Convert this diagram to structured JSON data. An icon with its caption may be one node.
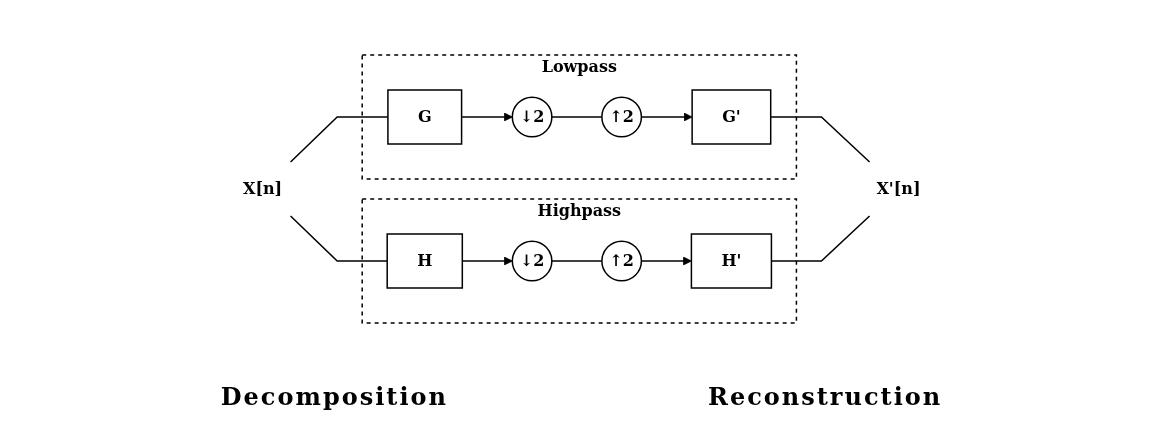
{
  "diagram": {
    "nodes": [
      {
        "text": [
          "X[n]"
        ]
      },
      {
        "text": [
          "Lowpass"
        ]
      },
      {
        "text": [
          "G"
        ],
        "in": 1
      },
      {
        "text": [
          "↓2"
        ],
        "in": 1
      },
      {
        "text": [
          "↑2"
        ],
        "in": 1
      },
      {
        "text": [
          "G'"
        ],
        "in": 1
      },
      {
        "text": [
          "Highpass"
        ]
      },
      {
        "text": [
          "H"
        ],
        "in": 6
      },
      {
        "text": [
          "↓2"
        ],
        "in": 6
      },
      {
        "text": [
          "↑2"
        ],
        "in": 6
      },
      {
        "text": [
          "H'"
        ],
        "in": 6
      },
      {
        "text": [
          "X'[n]"
        ]
      }
    ],
    "edges": [
      {
        "from": 0,
        "to": 2,
        "arrow": "none"
      },
      {
        "from": 0,
        "to": 7,
        "arrow": "none"
      },
      {
        "from": 2,
        "to": 3,
        "arrow": "to"
      },
      {
        "from": 3,
        "to": 4,
        "arrow": "none"
      },
      {
        "from": 4,
        "to": 5,
        "arrow": "to"
      },
      {
        "from": 5,
        "to": 11,
        "arrow": "none"
      },
      {
        "from": 7,
        "to": 8,
        "arrow": "to"
      },
      {
        "from": 8,
        "to": 9,
        "arrow": "none"
      },
      {
        "from": 9,
        "to": 10,
        "arrow": "to"
      },
      {
        "from": 10,
        "to": 11,
        "arrow": "none"
      }
    ],
    "labels": [
      "Decomposition",
      "Reconstruction"
    ]
  }
}
